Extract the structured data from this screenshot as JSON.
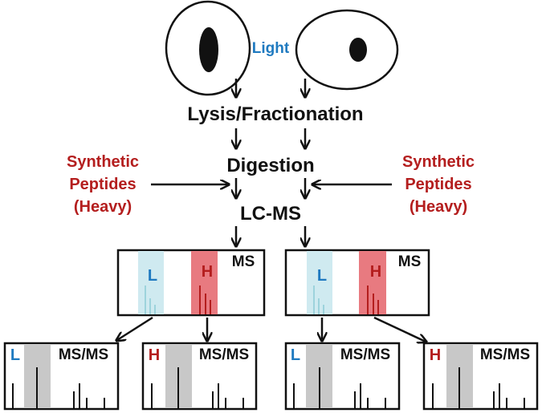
{
  "light_label": "Light",
  "steps": [
    "Lysis/Fractionation",
    "Digestion",
    "LC-MS"
  ],
  "synthetic": [
    "Synthetic",
    "Peptides",
    "(Heavy)"
  ],
  "ms_panel": {
    "label": "MS",
    "light": "L",
    "heavy": "H"
  },
  "msms_panel": {
    "label": "MS/MS",
    "light": "L",
    "heavy": "H"
  },
  "colors": {
    "light": "#1f7ac0",
    "heavy": "#b41e1e",
    "light_band": "#cfeaf0",
    "heavy_band": "#e87a80",
    "fragment_band": "#c8c8c8"
  }
}
